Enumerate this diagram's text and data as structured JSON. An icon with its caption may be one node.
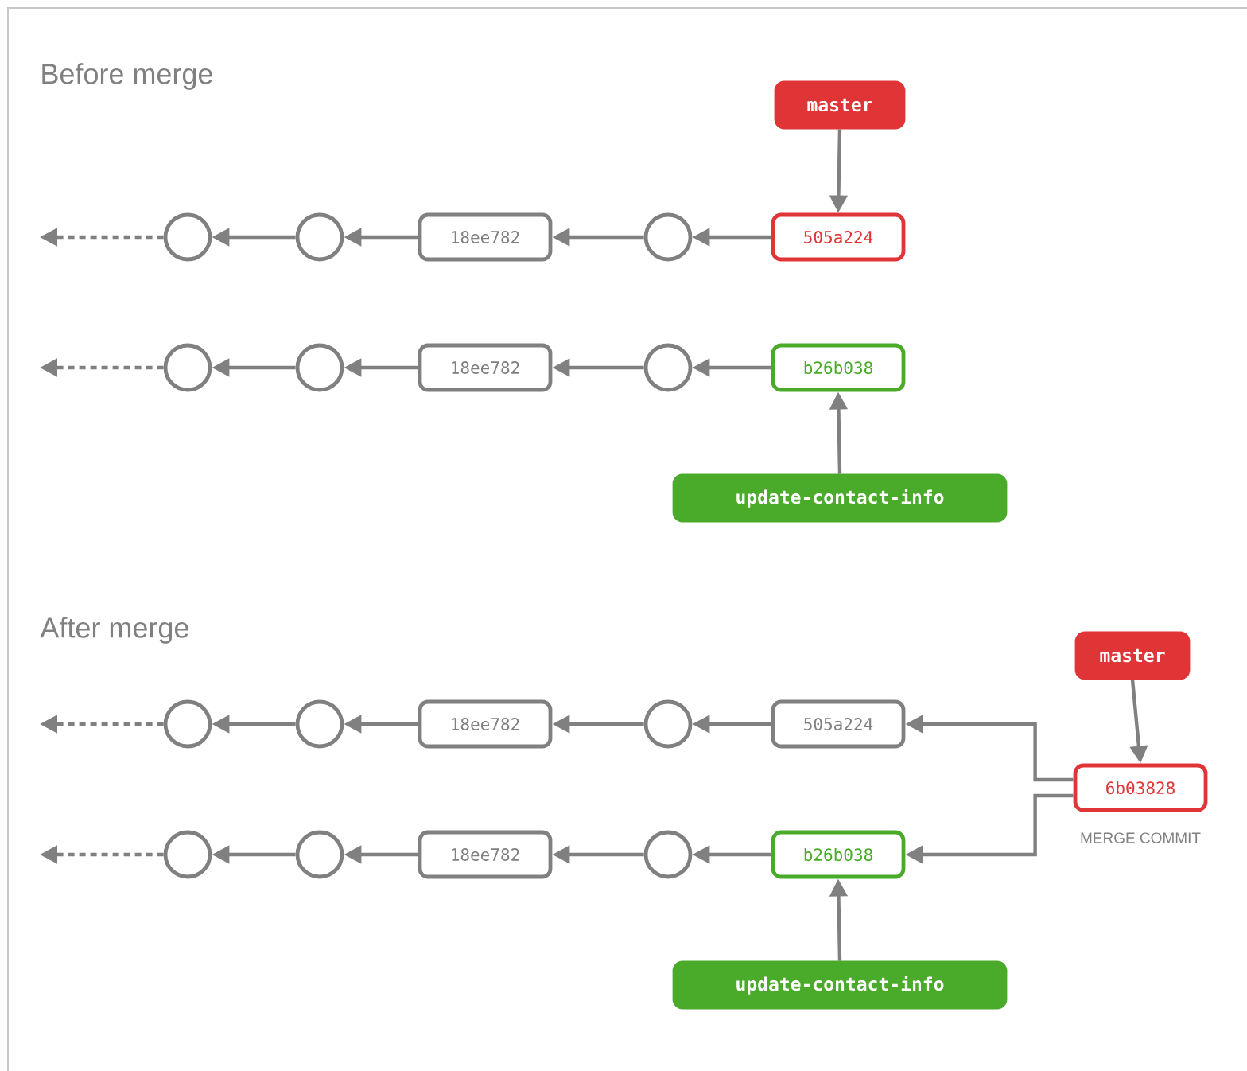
{
  "diagram": {
    "nodes": [
      {
        "text": [
          "master"
        ]
      },
      {
        "text": [],
        "shape": "circle"
      },
      {
        "text": [],
        "shape": "circle"
      },
      {
        "text": [
          "18ee782"
        ]
      },
      {
        "text": [],
        "shape": "circle"
      },
      {
        "text": [
          "505a224"
        ]
      },
      {
        "text": [],
        "shape": "circle"
      },
      {
        "text": [],
        "shape": "circle"
      },
      {
        "text": [
          "18ee782"
        ]
      },
      {
        "text": [],
        "shape": "circle"
      },
      {
        "text": [
          "b26b038"
        ]
      },
      {
        "text": [
          "update-contact-info"
        ]
      },
      {
        "text": [
          "master"
        ]
      },
      {
        "text": [],
        "shape": "circle"
      },
      {
        "text": [],
        "shape": "circle"
      },
      {
        "text": [
          "18ee782"
        ]
      },
      {
        "text": [],
        "shape": "circle"
      },
      {
        "text": [
          "505a224"
        ]
      },
      {
        "text": [
          "6b03828"
        ],
        "beside": [
          "MERGE COMMIT"
        ]
      },
      {
        "text": [],
        "shape": "circle"
      },
      {
        "text": [],
        "shape": "circle"
      },
      {
        "text": [
          "18ee782"
        ]
      },
      {
        "text": [],
        "shape": "circle"
      },
      {
        "text": [
          "b26b038"
        ]
      },
      {
        "text": [
          "update-contact-info"
        ]
      }
    ],
    "edges": [
      {
        "from": 0,
        "to": 5,
        "arrow": "to"
      },
      {
        "from": 5,
        "to": 4,
        "arrow": "to"
      },
      {
        "from": 4,
        "to": 3,
        "arrow": "to"
      },
      {
        "from": 3,
        "to": 2,
        "arrow": "to"
      },
      {
        "from": 2,
        "to": 1,
        "arrow": "to"
      },
      {
        "from": 1,
        "to": null,
        "arrow": "to",
        "style": "dashed"
      },
      {
        "from": 10,
        "to": 9,
        "arrow": "to"
      },
      {
        "from": 9,
        "to": 8,
        "arrow": "to"
      },
      {
        "from": 8,
        "to": 7,
        "arrow": "to"
      },
      {
        "from": 7,
        "to": 6,
        "arrow": "to"
      },
      {
        "from": 6,
        "to": null,
        "arrow": "to",
        "style": "dashed"
      },
      {
        "from": 11,
        "to": 10,
        "arrow": "to"
      },
      {
        "from": 12,
        "to": 18,
        "arrow": "to"
      },
      {
        "from": 18,
        "to": 17,
        "arrow": "to"
      },
      {
        "from": 18,
        "to": 23,
        "arrow": "to"
      },
      {
        "from": 17,
        "to": 16,
        "arrow": "to"
      },
      {
        "from": 16,
        "to": 15,
        "arrow": "to"
      },
      {
        "from": 15,
        "to": 14,
        "arrow": "to"
      },
      {
        "from": 14,
        "to": 13,
        "arrow": "to"
      },
      {
        "from": 13,
        "to": null,
        "arrow": "to",
        "style": "dashed"
      },
      {
        "from": 23,
        "to": 22,
        "arrow": "to"
      },
      {
        "from": 22,
        "to": 21,
        "arrow": "to"
      },
      {
        "from": 21,
        "to": 20,
        "arrow": "to"
      },
      {
        "from": 20,
        "to": 19,
        "arrow": "to"
      },
      {
        "from": 19,
        "to": null,
        "arrow": "to",
        "style": "dashed"
      },
      {
        "from": 24,
        "to": 23,
        "arrow": "to"
      }
    ],
    "labels": [
      "Before merge",
      "After merge"
    ]
  }
}
